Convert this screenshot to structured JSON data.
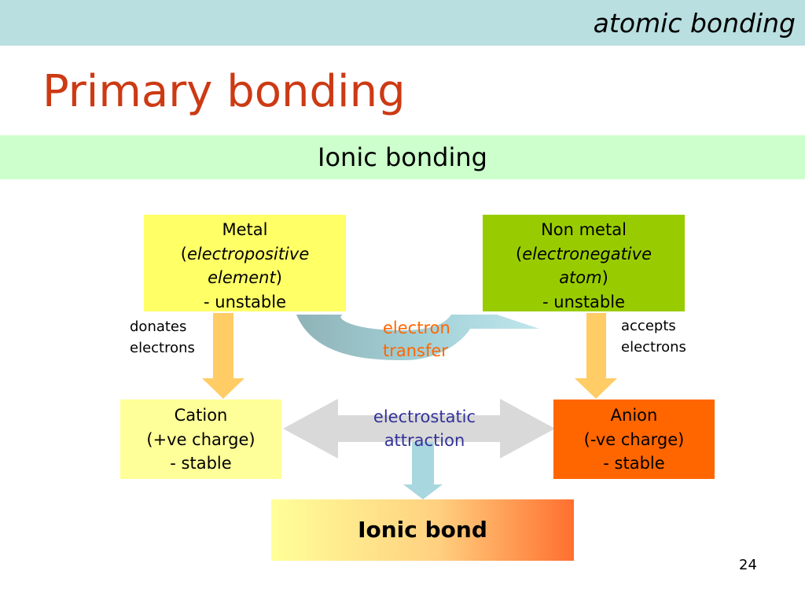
{
  "header": {
    "section_label": "atomic bonding"
  },
  "title": "Primary bonding",
  "subtitle": "Ionic bonding",
  "diagram": {
    "metal": {
      "name": "Metal",
      "open_paren": "(",
      "descriptor_line1": "electropositive",
      "descriptor_line2": "element",
      "close_paren": ")",
      "stability": "- unstable"
    },
    "nonmetal": {
      "name": "Non metal",
      "open_paren": "(",
      "descriptor_line1": "electronegative",
      "descriptor_line2": "atom",
      "close_paren": ")",
      "stability": "- unstable"
    },
    "donates": {
      "line1": "donates",
      "line2": "electrons"
    },
    "accepts": {
      "line1": "accepts",
      "line2": "electrons"
    },
    "transfer": {
      "line1": "electron",
      "line2": "transfer"
    },
    "cation": {
      "name": "Cation",
      "charge": "(+ve charge)",
      "stability": "- stable"
    },
    "anion": {
      "name": "Anion",
      "charge": "(-ve charge)",
      "stability": "- stable"
    },
    "attraction": {
      "line1": "electrostatic",
      "line2": "attraction"
    },
    "result": "Ionic bond"
  },
  "page_number": "24",
  "colors": {
    "header_band": "#b9dfe0",
    "title": "#cc3a14",
    "subtitle_band": "#ccffcc",
    "metal_box": "#ffff66",
    "nonmetal_box": "#99cc00",
    "cation_box": "#ffff99",
    "anion_box": "#ff6600",
    "down_arrows": "#ffcc66",
    "transfer_arrow": "#a9d7df",
    "attraction_arrow": "#d9d9d9",
    "transfer_text": "#ff6600",
    "attraction_text": "#333399"
  }
}
